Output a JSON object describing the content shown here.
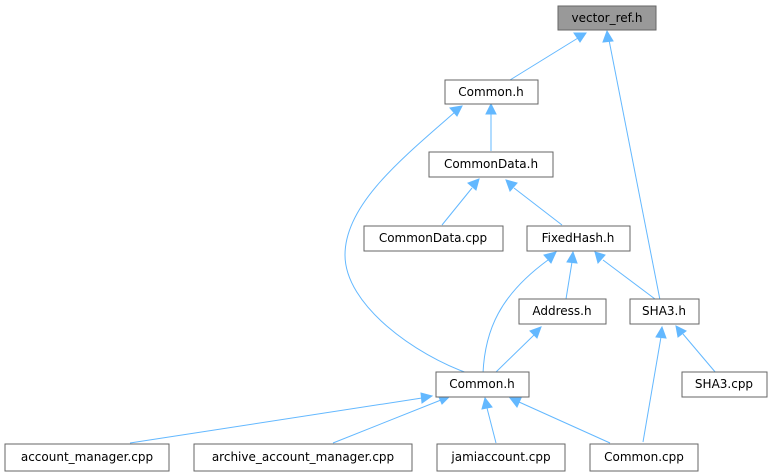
{
  "diagram": {
    "nodes": {
      "vector_ref_h": "vector_ref.h",
      "common_h_top": "Common.h",
      "commondata_h": "CommonData.h",
      "commondata_cpp": "CommonData.cpp",
      "fixedhash_h": "FixedHash.h",
      "address_h": "Address.h",
      "sha3_h": "SHA3.h",
      "sha3_cpp": "SHA3.cpp",
      "common_h_bottom": "Common.h",
      "account_manager_cpp": "account_manager.cpp",
      "archive_account_manager_cpp": "archive_account_manager.cpp",
      "jamiaccount_cpp": "jamiaccount.cpp",
      "common_cpp": "Common.cpp"
    }
  }
}
